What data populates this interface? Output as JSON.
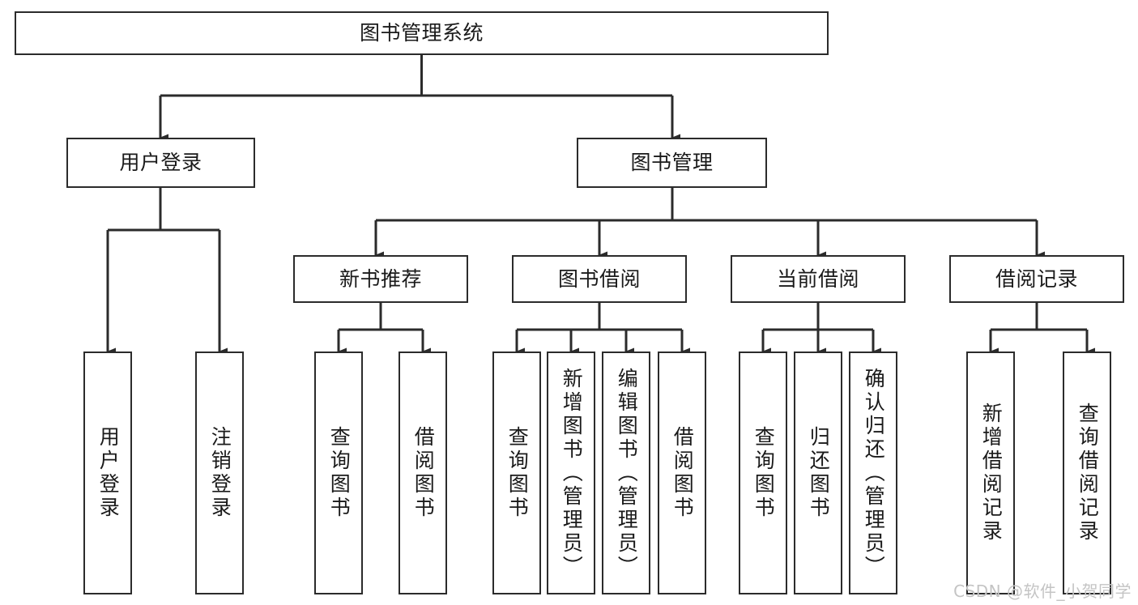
{
  "diagram": {
    "title": "图书管理系统",
    "type": "hierarchy-tree",
    "stroke_color": "#2b2b2b",
    "fill_color": "#ffffff",
    "background_color": "#ffffff",
    "root": {
      "label": "图书管理系统"
    },
    "level2": [
      {
        "label": "用户登录"
      },
      {
        "label": "图书管理"
      }
    ],
    "level3": [
      {
        "label": "新书推荐"
      },
      {
        "label": "图书借阅"
      },
      {
        "label": "当前借阅"
      },
      {
        "label": "借阅记录"
      }
    ],
    "leaves": {
      "user_login": [
        {
          "label": "用户登录"
        },
        {
          "label": "注销登录"
        }
      ],
      "new_book_recommend": [
        {
          "label": "查询图书"
        },
        {
          "label": "借阅图书"
        }
      ],
      "book_borrow": [
        {
          "label": "查询图书"
        },
        {
          "label": "新增图书（管理员）"
        },
        {
          "label": "编辑图书（管理员）"
        },
        {
          "label": "借阅图书"
        }
      ],
      "current_borrow": [
        {
          "label": "查询图书"
        },
        {
          "label": "归还图书"
        },
        {
          "label": "确认归还（管理员）"
        }
      ],
      "borrow_record": [
        {
          "label": "新增借阅记录"
        },
        {
          "label": "查询借阅记录"
        }
      ]
    }
  },
  "watermark": {
    "text": "CSDN @软件_小贺同学"
  }
}
